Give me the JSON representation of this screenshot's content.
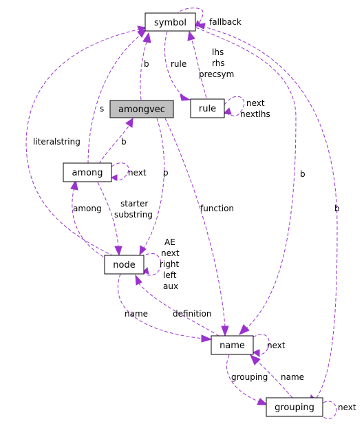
{
  "colors": {
    "edge": "#9a32cd",
    "highlight_fill": "#bfbfbf",
    "node_border": "#000000"
  },
  "nodes": {
    "symbol": "symbol",
    "amongvec": "amongvec",
    "rule": "rule",
    "among": "among",
    "node": "node",
    "name": "name",
    "grouping": "grouping"
  },
  "labels": {
    "fallback": "fallback",
    "b_top": "b",
    "rule": "rule",
    "lhs": "lhs",
    "rhs": "rhs",
    "precsym": "precsym",
    "s": "s",
    "next_rule": "next",
    "nextlhs": "nextlhs",
    "literalstring": "literalstring",
    "b_among": "b",
    "next_among": "next",
    "p": "p",
    "b_name": "b",
    "b_grouping": "b",
    "among": "among",
    "starter": "starter",
    "substring": "substring",
    "function": "function",
    "AE": "AE",
    "next_node": "next",
    "right": "right",
    "left": "left",
    "aux": "aux",
    "name_node": "name",
    "definition": "definition",
    "next_name": "next",
    "grouping": "grouping",
    "name_grouping": "name",
    "next_grouping": "next"
  }
}
